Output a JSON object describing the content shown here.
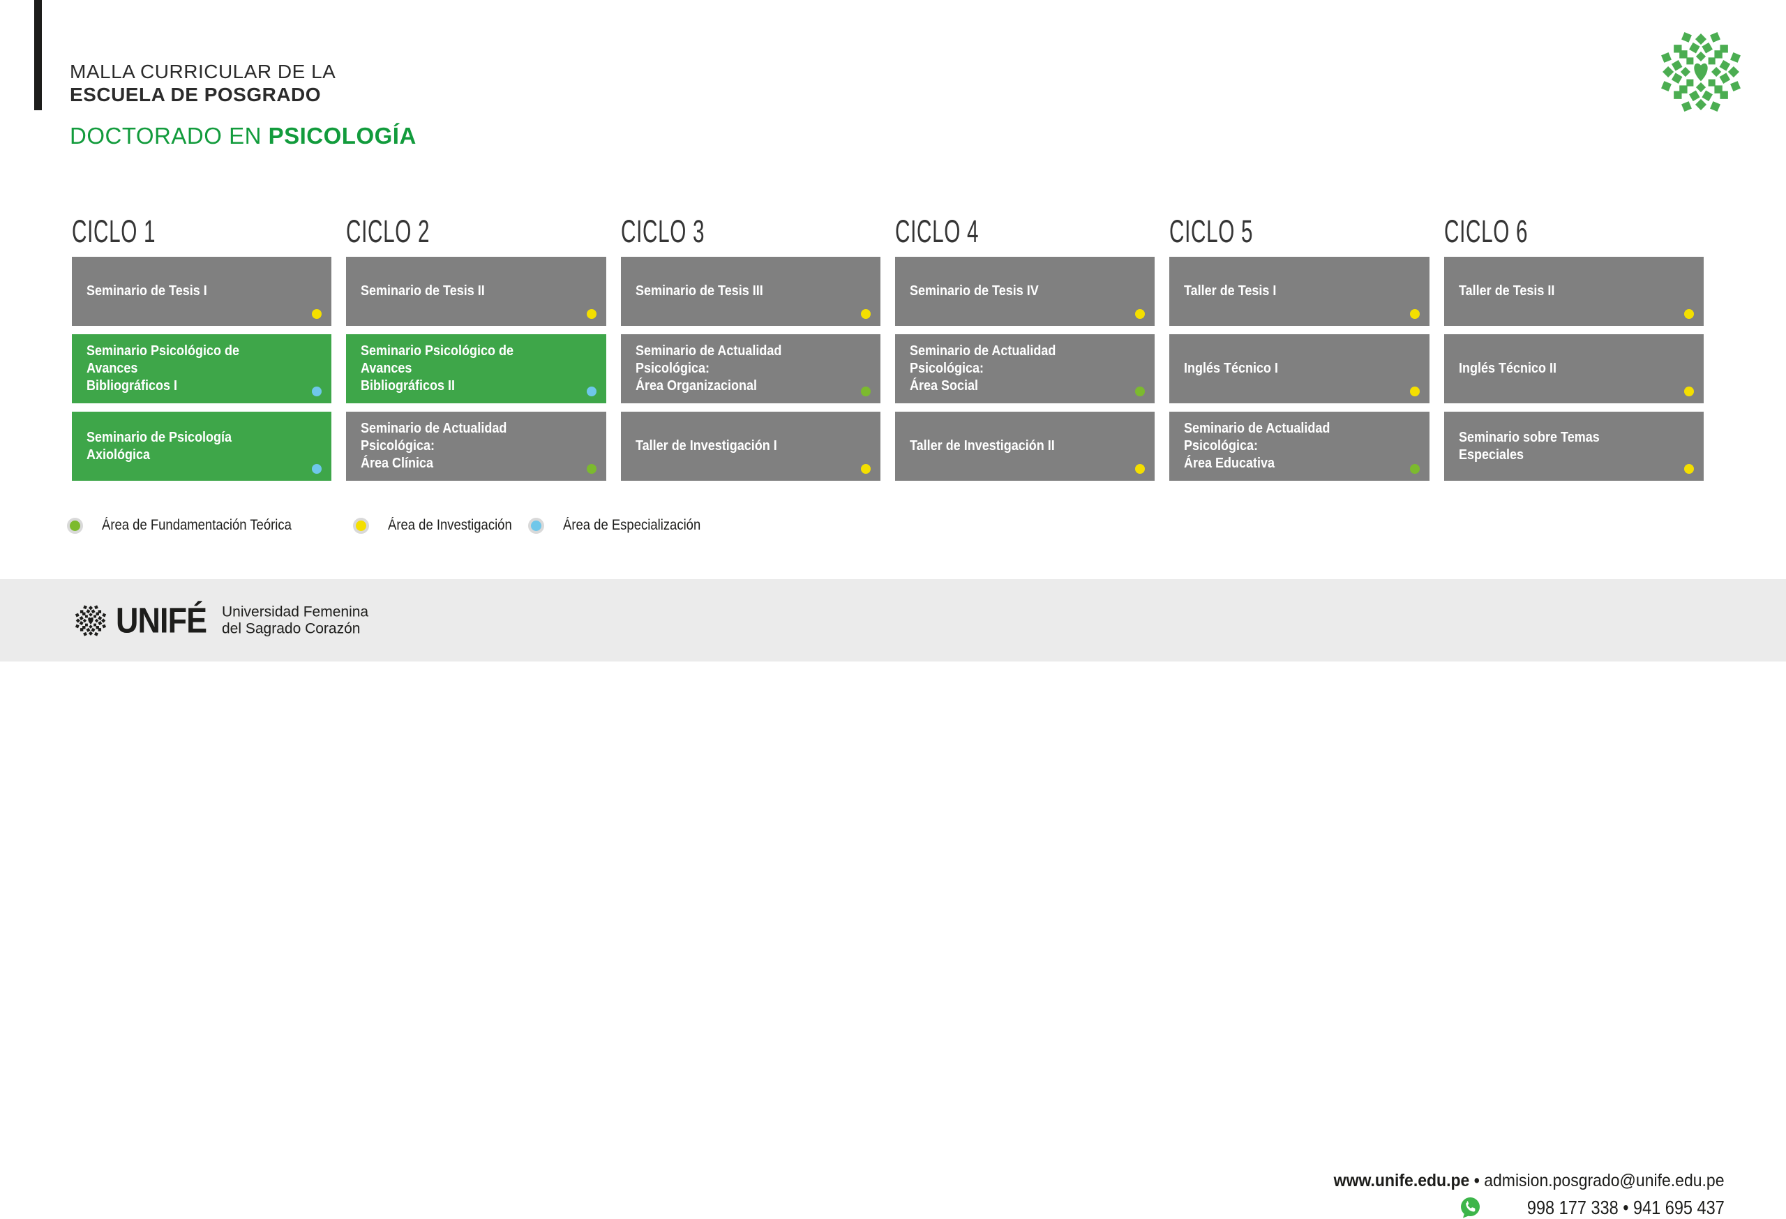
{
  "header": {
    "kicker_line1": "MALLA CURRICULAR DE LA",
    "kicker_line2": "ESCUELA DE POSGRADO",
    "program_prefix": "DOCTORADO EN ",
    "program_name": "PSICOLOGÍA"
  },
  "colors": {
    "ink": "#1D1D1B",
    "title_green": "#129B3C",
    "logo_green": "#4BAD51",
    "card_gray": "#808080",
    "card_green": "#3EA649",
    "footer_bg": "#EBEBEB",
    "whatsapp_green": "#3DB54A",
    "legend_ring": "#D9D9D9",
    "dots": {
      "teorica": "#7CBA2E",
      "investigacion": "#F4DF00",
      "especializacion": "#6FC7EA"
    }
  },
  "cycles": [
    {
      "label": "CICLO 1",
      "courses": [
        {
          "name": "Seminario de Tesis I",
          "color": "gray",
          "area": "investigacion"
        },
        {
          "name": "Seminario Psicológico de Avances\nBibliográficos I",
          "color": "green",
          "area": "especializacion"
        },
        {
          "name": "Seminario de Psicología Axiológica",
          "color": "green",
          "area": "especializacion"
        }
      ]
    },
    {
      "label": "CICLO 2",
      "courses": [
        {
          "name": "Seminario de Tesis II",
          "color": "gray",
          "area": "investigacion"
        },
        {
          "name": "Seminario Psicológico de Avances\nBibliográficos II",
          "color": "green",
          "area": "especializacion"
        },
        {
          "name": "Seminario de Actualidad Psicológica:\nÁrea Clínica",
          "color": "gray",
          "area": "teorica"
        }
      ]
    },
    {
      "label": "CICLO 3",
      "courses": [
        {
          "name": "Seminario de Tesis III",
          "color": "gray",
          "area": "investigacion"
        },
        {
          "name": "Seminario de Actualidad Psicológica:\nÁrea Organizacional",
          "color": "gray",
          "area": "teorica"
        },
        {
          "name": "Taller de Investigación I",
          "color": "gray",
          "area": "investigacion"
        }
      ]
    },
    {
      "label": "CICLO 4",
      "courses": [
        {
          "name": "Seminario de Tesis IV",
          "color": "gray",
          "area": "investigacion"
        },
        {
          "name": "Seminario de Actualidad Psicológica:\nÁrea Social",
          "color": "gray",
          "area": "teorica"
        },
        {
          "name": "Taller de Investigación II",
          "color": "gray",
          "area": "investigacion"
        }
      ]
    },
    {
      "label": "CICLO 5",
      "courses": [
        {
          "name": "Taller de Tesis I",
          "color": "gray",
          "area": "investigacion"
        },
        {
          "name": "Inglés Técnico I",
          "color": "gray",
          "area": "investigacion"
        },
        {
          "name": "Seminario de Actualidad Psicológica:\nÁrea Educativa",
          "color": "gray",
          "area": "teorica"
        }
      ]
    },
    {
      "label": "CICLO 6",
      "courses": [
        {
          "name": "Taller de Tesis II",
          "color": "gray",
          "area": "investigacion"
        },
        {
          "name": "Inglés Técnico II",
          "color": "gray",
          "area": "investigacion"
        },
        {
          "name": "Seminario sobre Temas Especiales",
          "color": "gray",
          "area": "investigacion"
        }
      ]
    }
  ],
  "legend": [
    {
      "label": "Área de Fundamentación Teórica",
      "area": "teorica"
    },
    {
      "label": "Área de Investigación",
      "area": "investigacion"
    },
    {
      "label": "Área de Especialización",
      "area": "especializacion"
    }
  ],
  "footer": {
    "brand": "UNIFÉ",
    "org_line1": "Universidad Femenina",
    "org_line2": "del Sagrado Corazón",
    "website": "www.unife.edu.pe",
    "separator": "•",
    "email": "admision.posgrado@unife.edu.pe",
    "phones": "998 177 338 • 941 695 437"
  }
}
